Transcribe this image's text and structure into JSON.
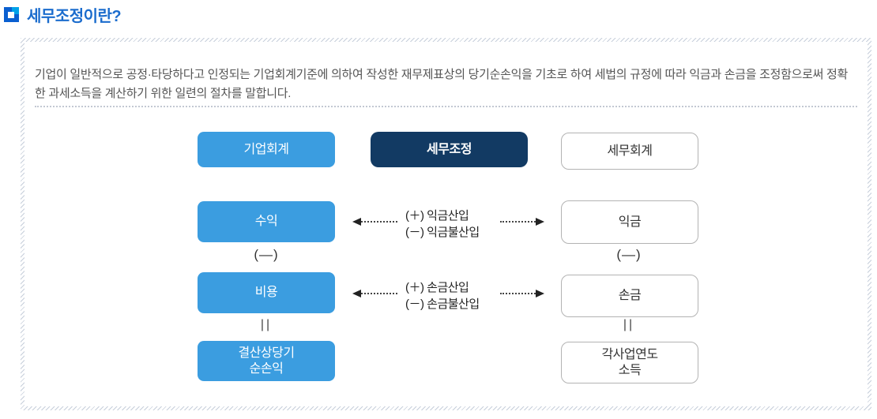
{
  "page": {
    "title": "세무조정이란?",
    "description": "기업이 일반적으로 공정·타당하다고 인정되는 기업회계기준에 의하여 작성한 재무제표상의 당기순손익을 기초로 하여 세법의 규정에 따라 익금과 손금을 조정함으로써 정확한 과세소득을 계산하기 위한 일련의 절차를 말합니다."
  },
  "colors": {
    "accent_blue": "#1b6ccd",
    "icon_blue": "#0a5fd0",
    "icon_light_blue": "#00a2e8",
    "box_light_blue": "#3b9de0",
    "box_navy": "#123a63",
    "box_border": "#b3b3b3",
    "hatch": "#c7cfdb"
  },
  "diagram": {
    "header": {
      "left": "기업회계",
      "center": "세무조정",
      "right": "세무회계"
    },
    "rows": [
      {
        "left": "수익",
        "right": "익금",
        "adjust_add": "(＋) 익금산입",
        "adjust_sub": "(－) 익금불산입"
      },
      {
        "left": "비용",
        "right": "손금",
        "adjust_add": "(＋) 손금산입",
        "adjust_sub": "(－) 손금불산입"
      }
    ],
    "operators": {
      "minus": "(—)",
      "equals": "||"
    },
    "footer": {
      "left_line1": "결산상당기",
      "left_line2": "순손익",
      "right_line1": "각사업연도",
      "right_line2": "소득"
    }
  }
}
